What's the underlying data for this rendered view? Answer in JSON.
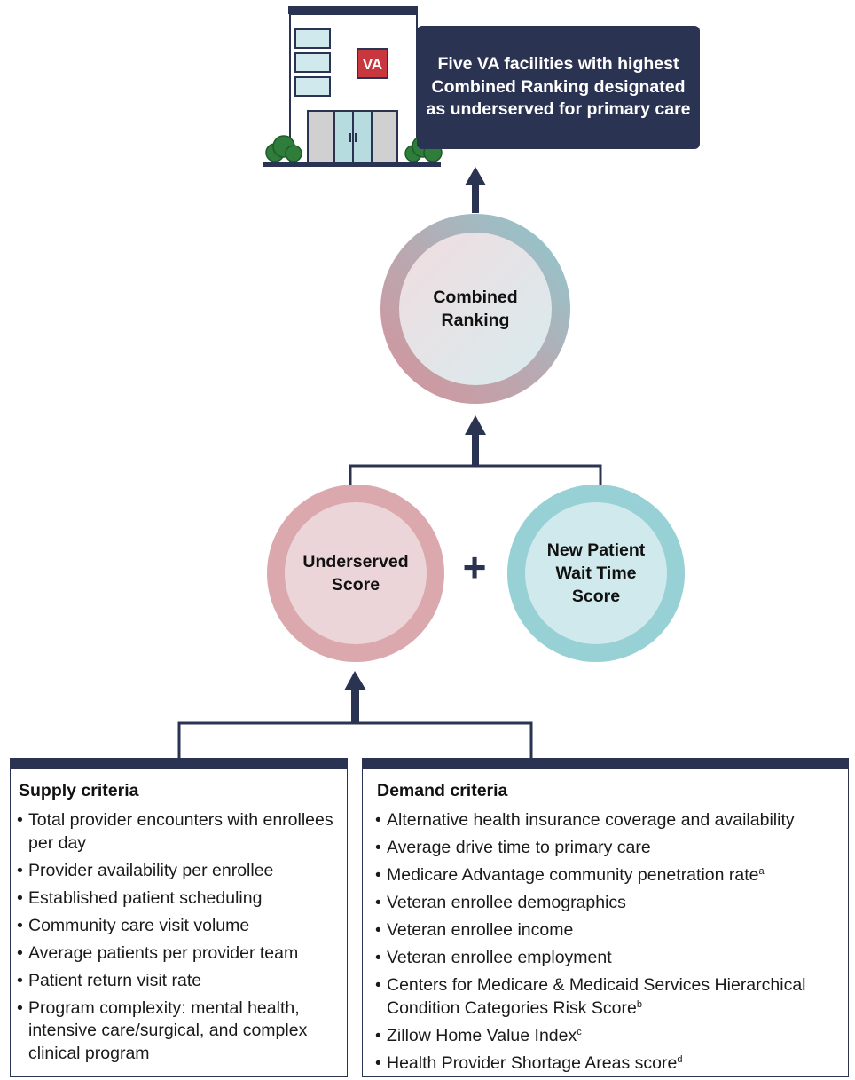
{
  "building": {
    "sign_text": "VA"
  },
  "callout": {
    "text": "Five VA facilities with highest Combined Ranking designated as underserved for primary care"
  },
  "combined": {
    "label": "Combined Ranking"
  },
  "underserved": {
    "label": "Underserved Score"
  },
  "operator": {
    "plus": "+"
  },
  "wait_time": {
    "label": "New Patient Wait Time Score"
  },
  "supply": {
    "title": "Supply criteria",
    "items": [
      "Total provider encounters with enrollees per day",
      "Provider availability per enrollee",
      "Established patient scheduling",
      "Community care visit volume",
      "Average patients per provider team",
      "Patient return visit rate",
      "Program complexity: mental health, intensive care/surgical, and complex clinical program"
    ]
  },
  "demand": {
    "title": "Demand criteria",
    "items": [
      {
        "text": "Alternative health insurance coverage and availability",
        "note": ""
      },
      {
        "text": "Average drive time to primary care",
        "note": ""
      },
      {
        "text": "Medicare Advantage community penetration rate",
        "note": "a"
      },
      {
        "text": "Veteran enrollee demographics",
        "note": ""
      },
      {
        "text": "Veteran enrollee income",
        "note": ""
      },
      {
        "text": "Veteran enrollee employment",
        "note": ""
      },
      {
        "text": "Centers for Medicare & Medicaid Services Hierarchical Condition Categories Risk Score",
        "note": "b"
      },
      {
        "text": "Zillow Home Value Index",
        "note": "c"
      },
      {
        "text": "Health Provider Shortage Areas score",
        "note": "d"
      }
    ]
  },
  "colors": {
    "navy": "#2b3352",
    "pink_ring": "#dba8ae",
    "pink_fill": "#ecd5d8",
    "teal_ring": "#97d0d5",
    "teal_fill": "#cfe9ec",
    "va_red": "#c8373e",
    "bush_green": "#2e7d3b"
  }
}
